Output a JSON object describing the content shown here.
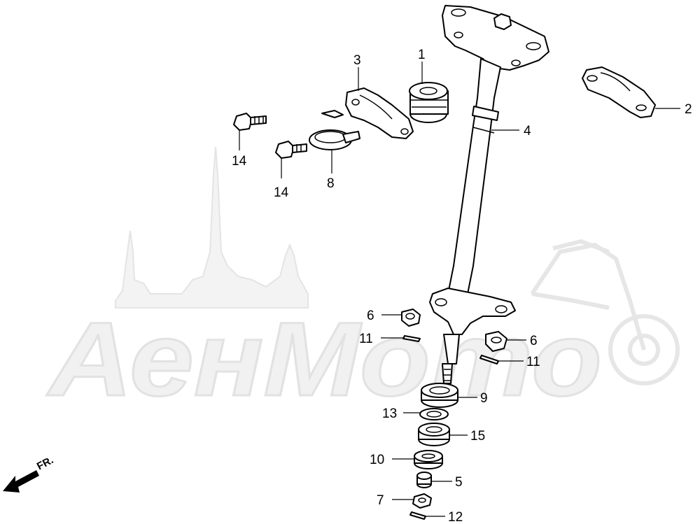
{
  "diagram": {
    "watermark_text": "АенМото",
    "direction_label": "FR.",
    "callouts": [
      {
        "id": "1",
        "label": "1"
      },
      {
        "id": "2",
        "label": "2"
      },
      {
        "id": "3",
        "label": "3"
      },
      {
        "id": "4",
        "label": "4"
      },
      {
        "id": "5",
        "label": "5"
      },
      {
        "id": "6a",
        "label": "6"
      },
      {
        "id": "6b",
        "label": "6"
      },
      {
        "id": "7",
        "label": "7"
      },
      {
        "id": "8",
        "label": "8"
      },
      {
        "id": "9",
        "label": "9"
      },
      {
        "id": "10",
        "label": "10"
      },
      {
        "id": "11a",
        "label": "11"
      },
      {
        "id": "11b",
        "label": "11"
      },
      {
        "id": "12",
        "label": "12"
      },
      {
        "id": "13",
        "label": "13"
      },
      {
        "id": "14a",
        "label": "14"
      },
      {
        "id": "14b",
        "label": "14"
      },
      {
        "id": "15",
        "label": "15"
      }
    ]
  }
}
